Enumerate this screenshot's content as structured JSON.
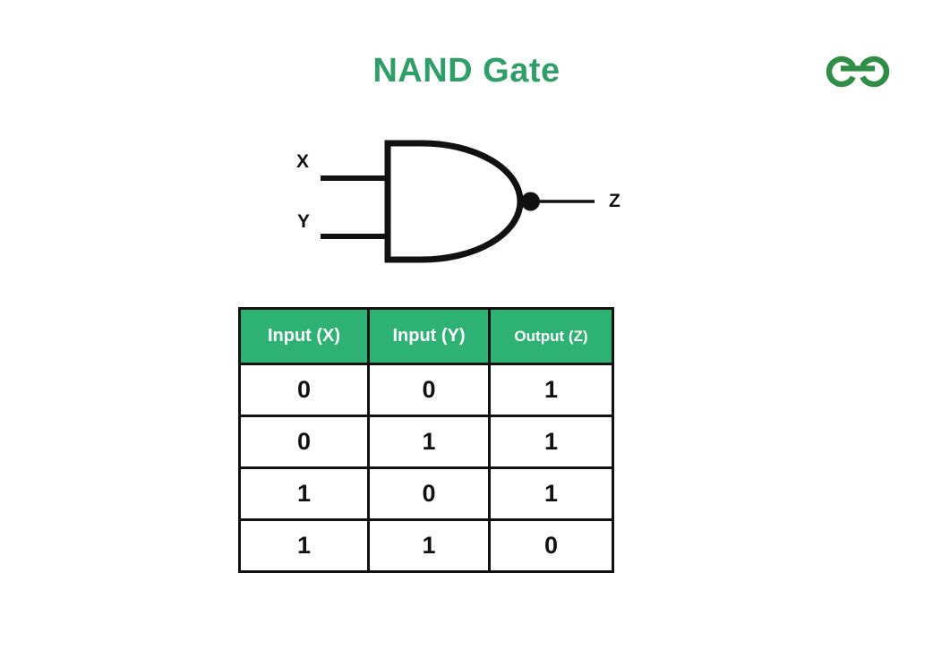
{
  "page": {
    "title": "NAND Gate"
  },
  "logo": {
    "name": "geeksforgeeks-logo",
    "color": "#2f8d46"
  },
  "diagram": {
    "gate_type": "NAND",
    "input_x": "X",
    "input_y": "Y",
    "output": "Z"
  },
  "truth_table": {
    "headers": [
      "Input (X)",
      "Input (Y)",
      "Output (Z)"
    ],
    "rows": [
      [
        "0",
        "0",
        "1"
      ],
      [
        "0",
        "1",
        "1"
      ],
      [
        "1",
        "0",
        "1"
      ],
      [
        "1",
        "1",
        "0"
      ]
    ]
  },
  "colors": {
    "title_green": "#2f9e69",
    "logo_green": "#2f8d46",
    "table_header_green": "#2eb274",
    "table_header_text": "#ffffff",
    "ink": "#111111",
    "background": "#ffffff"
  }
}
